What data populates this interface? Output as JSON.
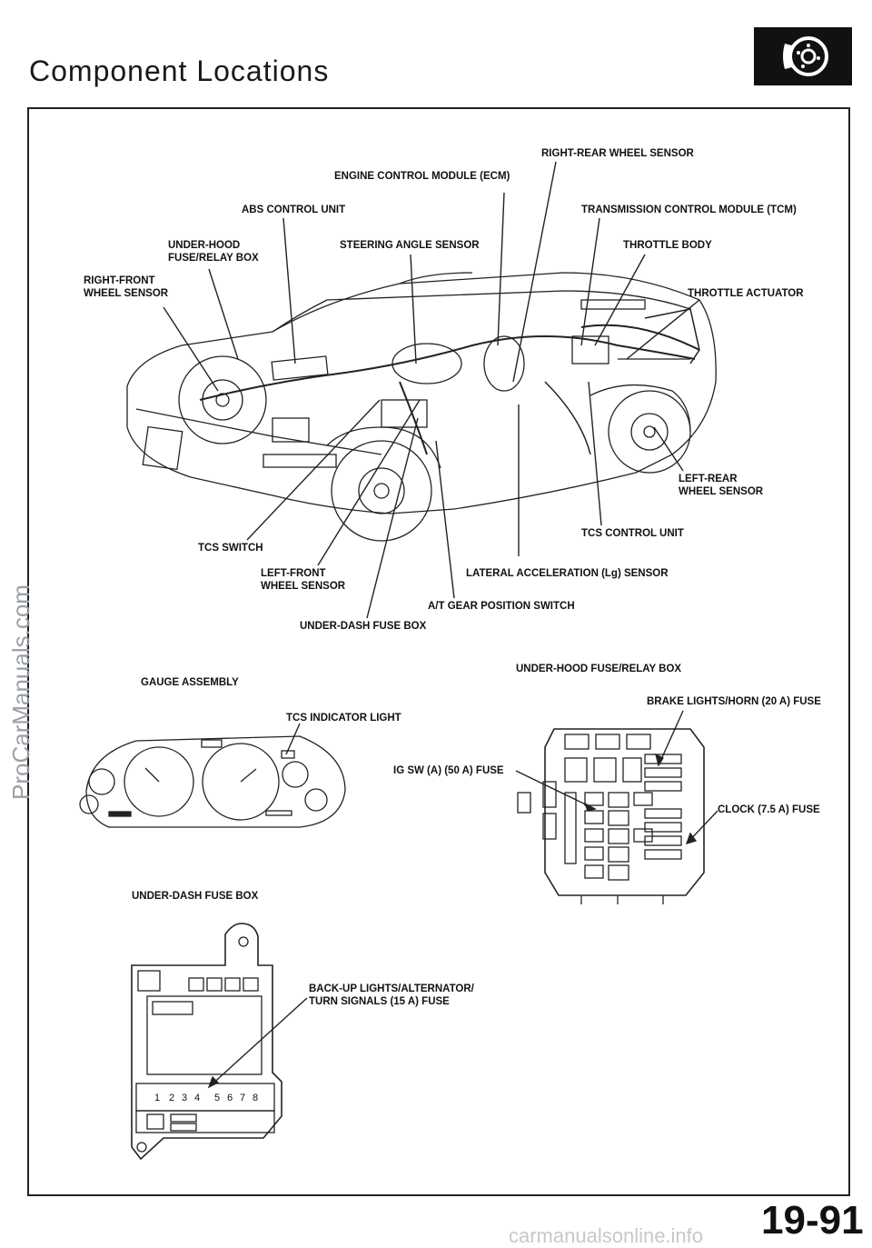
{
  "header": {
    "title": "Component Locations",
    "section_icon": "disc-brake-icon"
  },
  "car_diagram": {
    "labels": {
      "right_rear_wheel_sensor": "RIGHT-REAR WHEEL SENSOR",
      "ecm": "ENGINE CONTROL MODULE (ECM)",
      "abs_control_unit": "ABS CONTROL UNIT",
      "tcm": "TRANSMISSION CONTROL MODULE (TCM)",
      "under_hood_fuse_relay_box": "UNDER-HOOD\nFUSE/RELAY BOX",
      "steering_angle_sensor": "STEERING ANGLE SENSOR",
      "throttle_body": "THROTTLE BODY",
      "right_front_wheel_sensor": "RIGHT-FRONT\nWHEEL SENSOR",
      "throttle_actuator": "THROTTLE ACTUATOR",
      "left_rear_wheel_sensor": "LEFT-REAR\nWHEEL SENSOR",
      "tcs_control_unit": "TCS CONTROL UNIT",
      "tcs_switch": "TCS SWITCH",
      "left_front_wheel_sensor": "LEFT-FRONT\nWHEEL SENSOR",
      "lateral_accel_sensor": "LATERAL ACCELERATION (Lg) SENSOR",
      "at_gear_position_switch": "A/T GEAR POSITION SWITCH",
      "under_dash_fuse_box": "UNDER-DASH FUSE BOX"
    }
  },
  "gauge_section": {
    "title": "GAUGE ASSEMBLY",
    "tcs_indicator_light": "TCS INDICATOR LIGHT"
  },
  "under_hood_section": {
    "title": "UNDER-HOOD FUSE/RELAY BOX",
    "brake_lights_horn_fuse": "BRAKE LIGHTS/HORN (20 A) FUSE",
    "ig_sw_fuse": "IG SW (A) (50 A) FUSE",
    "clock_fuse": "CLOCK (7.5 A) FUSE"
  },
  "under_dash_section": {
    "title": "UNDER-DASH FUSE BOX",
    "backup_fuse": "BACK-UP LIGHTS/ALTERNATOR/\nTURN SIGNALS (15 A) FUSE",
    "fuse_numbers": [
      "1",
      "2",
      "3",
      "4",
      "5",
      "6",
      "7",
      "8"
    ]
  },
  "footer": {
    "page_number": "19-91",
    "side_watermark": "ProCarManuals.com",
    "footer_watermark": "carmanualsonline.info"
  }
}
